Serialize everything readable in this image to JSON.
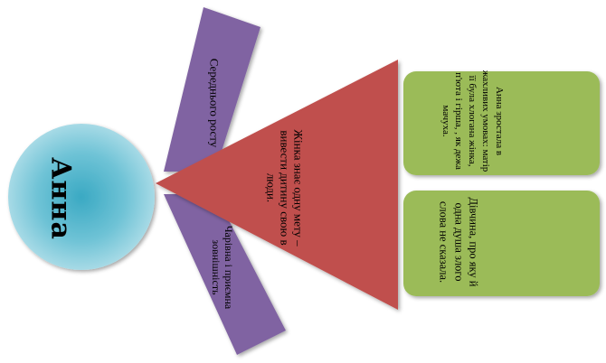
{
  "diagram": {
    "center": {
      "label": "Анна"
    },
    "traits": [
      {
        "text": "Середнього росту"
      },
      {
        "text": "Чарівна і приємна зовнішність"
      }
    ],
    "main_fact": {
      "text": "Жінка знає одну мету – вивести дитину свою в люди."
    },
    "details": [
      {
        "text": "Анна зростала в жахливих умовах: матір її була хлогана жінка, п'юта і гірша, , як дежа мачуха."
      },
      {
        "text": "Дівчина, про яку й одна душа злого слова не сказала."
      }
    ]
  },
  "colors": {
    "circle_center": "#6fc3d6",
    "circle_edge": "#a8dce8",
    "purple": "#8064a2",
    "triangle": "#c0504d",
    "green": "#9bbb59"
  }
}
